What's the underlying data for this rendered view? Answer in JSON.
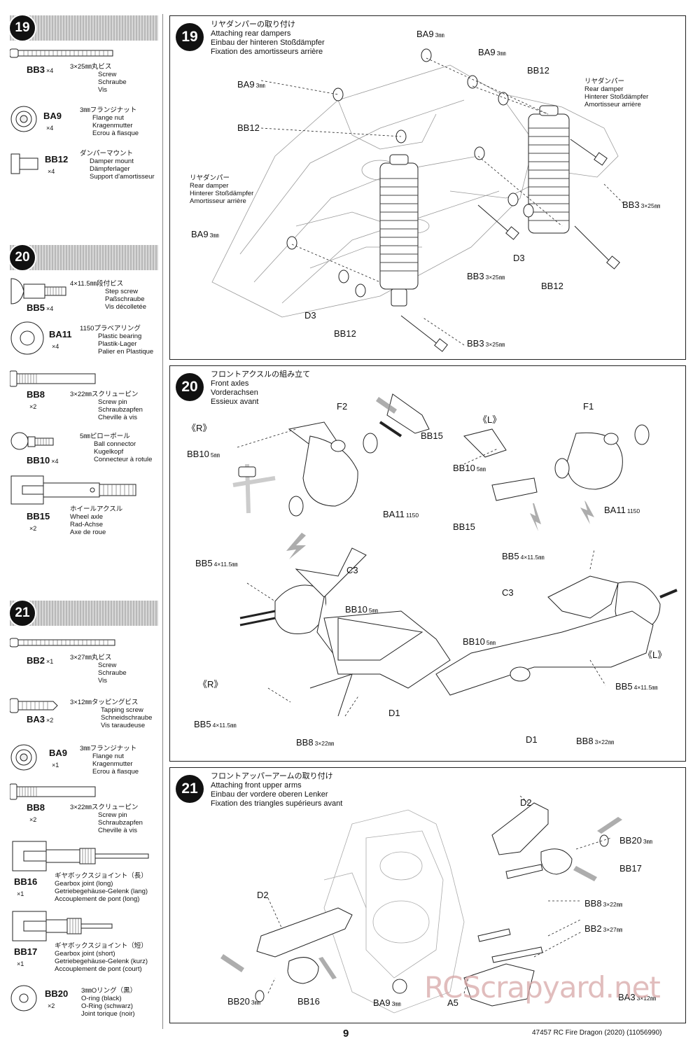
{
  "steps": {
    "s19": {
      "number": "19",
      "title_jp": "リヤダンパーの取り付け",
      "title_en": "Attaching rear dampers",
      "title_de": "Einbau der hinteren Stoßdämpfer",
      "title_fr": "Fixation des amortisseurs arrière"
    },
    "s20": {
      "number": "20",
      "title_jp": "フロントアクスルの組み立て",
      "title_en": "Front axles",
      "title_de": "Vorderachsen",
      "title_fr": "Essieux avant"
    },
    "s21": {
      "number": "21",
      "title_jp": "フロントアッパーアームの取り付け",
      "title_en": "Attaching front upper arms",
      "title_de": "Einbau der vordere oberen Lenker",
      "title_fr": "Fixation des triangles supérieurs avant"
    }
  },
  "parts": {
    "p19": [
      {
        "code": "BB3",
        "qty": "×4",
        "jp": "3×25㎜丸ビス",
        "en": "Screw",
        "de": "Schraube",
        "fr": "Vis",
        "icon": "screw-icon"
      },
      {
        "code": "BA9",
        "qty": "×4",
        "jp": "3㎜フランジナット",
        "en": "Flange nut",
        "de": "Kragenmutter",
        "fr": "Ecrou à flasque",
        "icon": "flange-nut-icon"
      },
      {
        "code": "BB12",
        "qty": "×4",
        "jp": "ダンパーマウント",
        "en": "Damper mount",
        "de": "Dämpferlager",
        "fr": "Support d'amortisseur",
        "icon": "damper-mount-icon"
      }
    ],
    "p20": [
      {
        "code": "BB5",
        "qty": "×4",
        "jp": "4×11.5㎜段付ビス",
        "en": "Step screw",
        "de": "Paßschraube",
        "fr": "Vis décolletée",
        "icon": "step-screw-icon"
      },
      {
        "code": "BA11",
        "qty": "×4",
        "jp": "1150プラベアリング",
        "en": "Plastic bearing",
        "de": "Plastik-Lager",
        "fr": "Palier en Plastique",
        "icon": "bearing-icon"
      },
      {
        "code": "BB8",
        "qty": "×2",
        "jp": "3×22㎜スクリューピン",
        "en": "Screw pin",
        "de": "Schraubzapfen",
        "fr": "Cheville à vis",
        "icon": "screw-pin-icon"
      },
      {
        "code": "BB10",
        "qty": "×4",
        "jp": "5㎜ピローボール",
        "en": "Ball connector",
        "de": "Kugelkopf",
        "fr": "Connecteur à rotule",
        "icon": "ball-connector-icon"
      },
      {
        "code": "BB15",
        "qty": "×2",
        "jp": "ホイールアクスル",
        "en": "Wheel axle",
        "de": "Rad-Achse",
        "fr": "Axe de roue",
        "icon": "wheel-axle-icon"
      }
    ],
    "p21": [
      {
        "code": "BB2",
        "qty": "×1",
        "jp": "3×27㎜丸ビス",
        "en": "Screw",
        "de": "Schraube",
        "fr": "Vis",
        "icon": "screw-icon"
      },
      {
        "code": "BA3",
        "qty": "×2",
        "jp": "3×12㎜タッピングビス",
        "en": "Tapping screw",
        "de": "Schneidschraube",
        "fr": "Vis taraudeuse",
        "icon": "tapping-screw-icon"
      },
      {
        "code": "BA9",
        "qty": "×1",
        "jp": "3㎜フランジナット",
        "en": "Flange nut",
        "de": "Kragenmutter",
        "fr": "Ecrou à flasque",
        "icon": "flange-nut-icon"
      },
      {
        "code": "BB8",
        "qty": "×2",
        "jp": "3×22㎜スクリューピン",
        "en": "Screw pin",
        "de": "Schraubzapfen",
        "fr": "Cheville à vis",
        "icon": "screw-pin-icon"
      },
      {
        "code": "BB16",
        "qty": "×1",
        "jp": "ギヤボックスジョイント（長）",
        "en": "Gearbox joint (long)",
        "de": "Getriebegehäuse-Gelenk (lang)",
        "fr": "Accouplement de pont (long)",
        "icon": "gearbox-joint-long-icon"
      },
      {
        "code": "BB17",
        "qty": "×1",
        "jp": "ギヤボックスジョイント（短）",
        "en": "Gearbox joint (short)",
        "de": "Getriebegehäuse-Gelenk (kurz)",
        "fr": "Accouplement de pont (court)",
        "icon": "gearbox-joint-short-icon"
      },
      {
        "code": "BB20",
        "qty": "×2",
        "jp": "3㎜Oリング（黒）",
        "en": "O-ring (black)",
        "de": "O-Ring (schwarz)",
        "fr": "Joint torique (noir)",
        "icon": "o-ring-icon"
      }
    ]
  },
  "callouts": {
    "s19": {
      "ba9a": "BA9",
      "ba9a_s": "3㎜",
      "ba9b": "BA9",
      "ba9b_s": "3㎜",
      "bb12a": "BB12",
      "rear_jp": "リヤダンパー",
      "rear_en": "Rear damper",
      "rear_de": "Hinterer Stoßdämpfer",
      "rear_fr": "Amortisseur arrière",
      "ba9c": "BA9",
      "ba9c_s": "3㎜",
      "bb12b": "BB12",
      "rear2_jp": "リヤダンパー",
      "rear2_en": "Rear damper",
      "rear2_de": "Hinterer Stoßdämpfer",
      "rear2_fr": "Amortisseur arrière",
      "bb3a": "BB3",
      "bb3a_s": "3×25㎜",
      "ba9d": "BA9",
      "ba9d_s": "3㎜",
      "d3a": "D3",
      "bb3b": "BB3",
      "bb3b_s": "3×25㎜",
      "bb12c": "BB12",
      "d3b": "D3",
      "bb12d": "BB12",
      "bb3c": "BB3",
      "bb3c_s": "3×25㎜"
    },
    "s20": {
      "f2": "F2",
      "r1": "《R》",
      "bb15a": "BB15",
      "l1": "《L》",
      "f1": "F1",
      "bb10a": "BB10",
      "bb10a_s": "5㎜",
      "bb10b": "BB10",
      "bb10b_s": "5㎜",
      "ba11a": "BA11",
      "ba11a_s": "1150",
      "ba11b": "BA11",
      "ba11b_s": "1150",
      "bb15b": "BB15",
      "bb5a": "BB5",
      "bb5a_s": "4×11.5㎜",
      "c3a": "C3",
      "bb5b": "BB5",
      "bb5b_s": "4×11.5㎜",
      "c3b": "C3",
      "bb10c": "BB10",
      "bb10c_s": "5㎜",
      "bb10d": "BB10",
      "bb10d_s": "5㎜",
      "r2": "《R》",
      "l2": "《L》",
      "bb5c": "BB5",
      "bb5c_s": "4×11.5㎜",
      "bb5d": "BB5",
      "bb5d_s": "4×11.5㎜",
      "d1a": "D1",
      "d1b": "D1",
      "bb8a": "BB8",
      "bb8a_s": "3×22㎜",
      "bb8b": "BB8",
      "bb8b_s": "3×22㎜"
    },
    "s21": {
      "d2a": "D2",
      "bb20a": "BB20",
      "bb20a_s": "3㎜",
      "bb17": "BB17",
      "d2b": "D2",
      "bb8": "BB8",
      "bb8_s": "3×22㎜",
      "bb2": "BB2",
      "bb2_s": "3×27㎜",
      "bb20b": "BB20",
      "bb20b_s": "3㎜",
      "bb16": "BB16",
      "ba9": "BA9",
      "ba9_s": "3㎜",
      "a5": "A5",
      "ba3": "BA3",
      "ba3_s": "3×12㎜"
    }
  },
  "footer": {
    "page_number": "9",
    "doc_ref": "47457 RC Fire Dragon (2020) (11056990)"
  },
  "watermark": "RCScrapyard.net"
}
